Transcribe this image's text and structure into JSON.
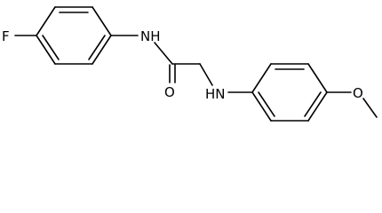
{
  "molecule": {
    "atoms": {
      "fluorine": "F",
      "amide_nitrogen": "NH",
      "carbonyl_oxygen": "O",
      "amine_nitrogen": "HN",
      "ether_oxygen": "O"
    }
  }
}
